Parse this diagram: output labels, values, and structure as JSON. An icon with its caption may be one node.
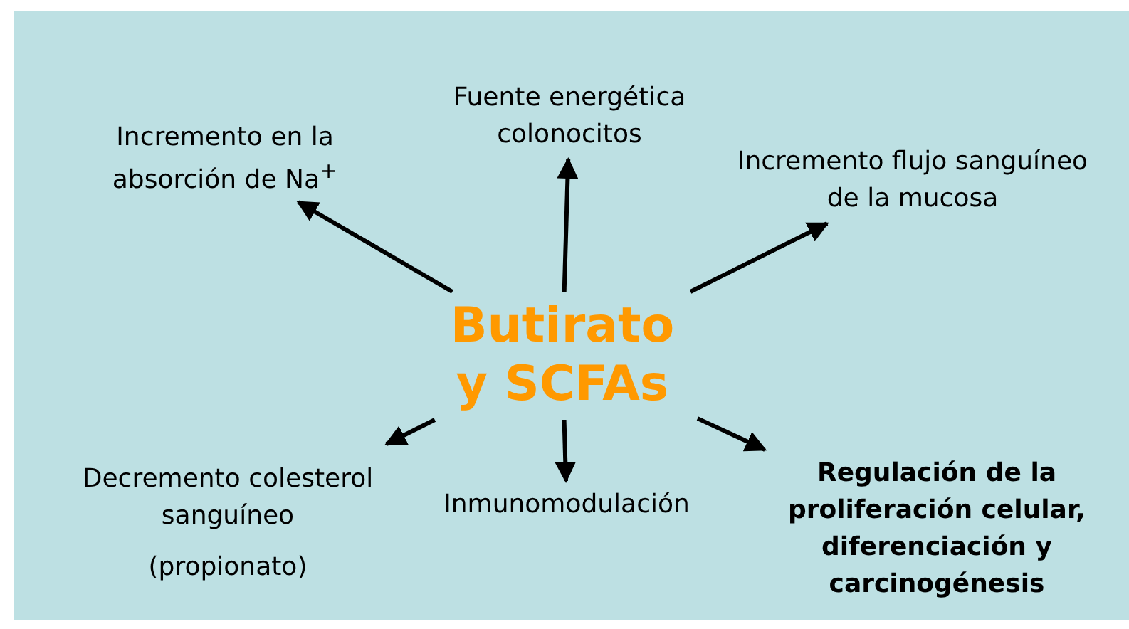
{
  "diagram": {
    "nodes": [
      {
        "text": [
          "Butirato y SCFAs"
        ]
      },
      {
        "text": [
          "Incremento en la absorción de Na$^{+}$"
        ]
      },
      {
        "text": [
          "Fuente energética colonocitos"
        ]
      },
      {
        "text": [
          "Incremento flujo sanguíneo de la mucosa"
        ]
      },
      {
        "text": [
          "Decremento colesterol sanguíneo",
          "(propionato)"
        ]
      },
      {
        "text": [
          "Inmunomodulación"
        ]
      },
      {
        "text": [
          "Regulación de la proliferación celular, diferenciación y carcinogénesis"
        ]
      }
    ],
    "edges": [
      {
        "from": 0,
        "to": 1,
        "arrow": "to"
      },
      {
        "from": 0,
        "to": 2,
        "arrow": "to"
      },
      {
        "from": 0,
        "to": 3,
        "arrow": "to"
      },
      {
        "from": 0,
        "to": 4,
        "arrow": "to"
      },
      {
        "from": 0,
        "to": 5,
        "arrow": "to"
      },
      {
        "from": 0,
        "to": 6,
        "arrow": "to"
      }
    ]
  }
}
